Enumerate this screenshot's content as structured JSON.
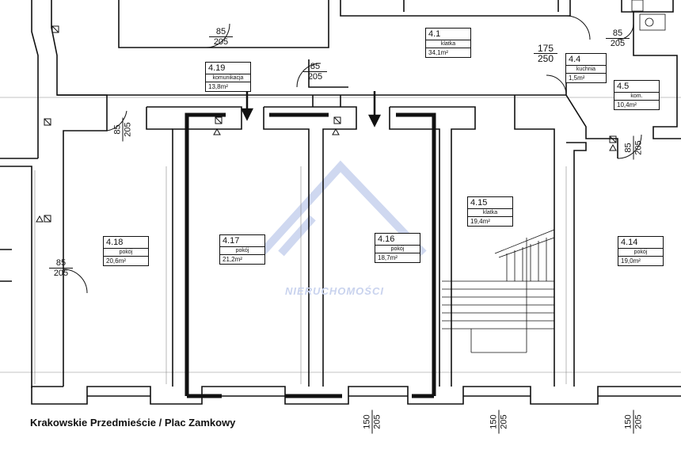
{
  "rooms": [
    {
      "id": "r418",
      "number": "4.18",
      "name": "pokój",
      "area": "20,6m²"
    },
    {
      "id": "r417",
      "number": "4.17",
      "name": "pokój",
      "area": "21,2m²"
    },
    {
      "id": "r416",
      "number": "4.16",
      "name": "pokój",
      "area": "18,7m²"
    },
    {
      "id": "r415",
      "number": "4.15",
      "name": "klatka",
      "area": "19,4m²"
    },
    {
      "id": "r414",
      "number": "4.14",
      "name": "pokój",
      "area": "19,0m²"
    },
    {
      "id": "r419",
      "number": "4.19",
      "name": "komunikacja",
      "area": "13,8m²"
    },
    {
      "id": "r41",
      "number": "4.1",
      "name": "klatka",
      "area": "34,1m²"
    },
    {
      "id": "r44",
      "number": "4.4",
      "name": "kuchnia",
      "area": "1,5m²"
    },
    {
      "id": "r45",
      "number": "4.5",
      "name": "kom.",
      "area": "10,4m²"
    }
  ],
  "doors": [
    {
      "id": "d1",
      "width": "85",
      "height": "205"
    },
    {
      "id": "d2",
      "width": "85",
      "height": "205"
    },
    {
      "id": "d3",
      "width": "175",
      "height": "250"
    },
    {
      "id": "d4",
      "width": "85",
      "height": "205"
    },
    {
      "id": "d5",
      "width": "85",
      "height": "205"
    },
    {
      "id": "d6",
      "width": "85",
      "height": "205"
    },
    {
      "id": "d7",
      "width": "85",
      "height": "205"
    },
    {
      "id": "d8",
      "width": "150",
      "height": "205"
    },
    {
      "id": "d9",
      "width": "150",
      "height": "205"
    },
    {
      "id": "d10",
      "width": "150",
      "height": "205"
    }
  ],
  "street": "Krakowskie Przedmieście / Plac Zamkowy",
  "watermark": {
    "company": "NIERUCHOMOŚCI"
  },
  "colors": {
    "wall": "#111111",
    "annotation": "#000000",
    "watermark": "#c9d3ee"
  }
}
